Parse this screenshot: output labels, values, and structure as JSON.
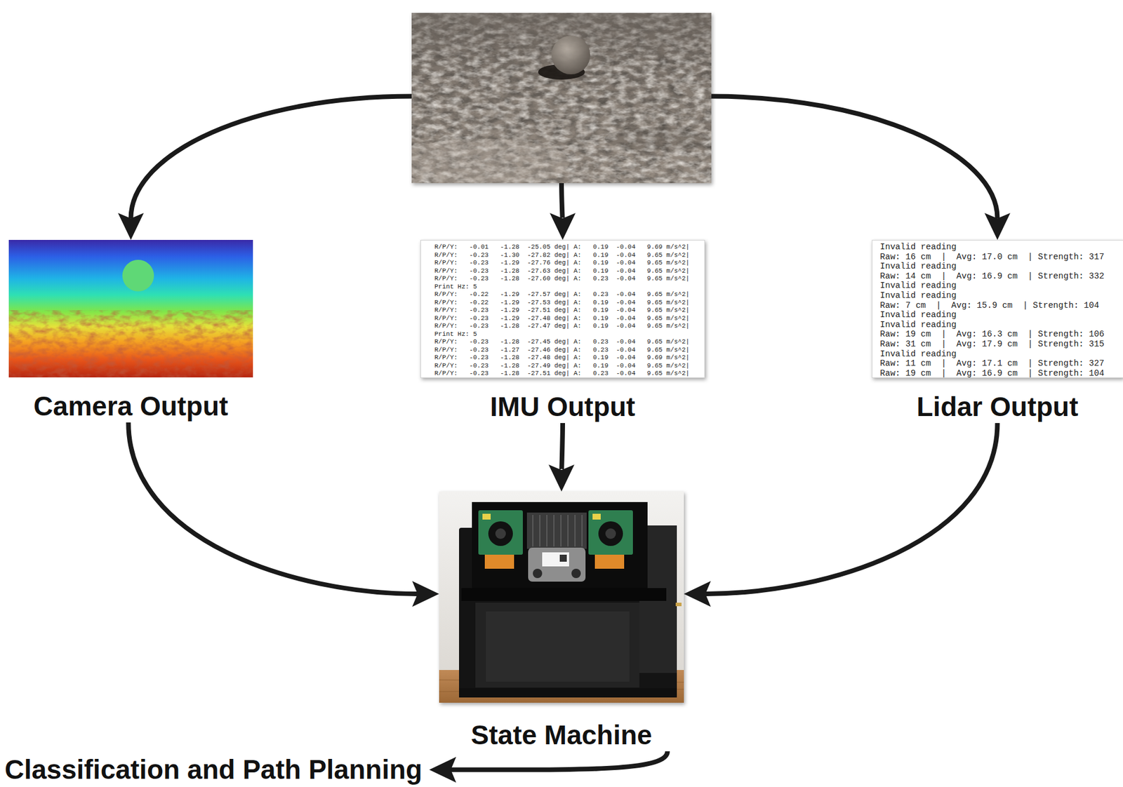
{
  "diagram": {
    "nodes": [
      {
        "text": []
      },
      {
        "text": [
          "Camera Output"
        ]
      },
      {
        "text": [
          "IMU Output"
        ]
      },
      {
        "text": [
          "Lidar Output"
        ]
      },
      {
        "text": [
          "State Machine"
        ]
      },
      {
        "text": [
          "Classification and Path Planning"
        ]
      }
    ],
    "edges": [
      {
        "from": 0,
        "to": 1,
        "arrow": "to"
      },
      {
        "from": 0,
        "to": 2,
        "arrow": "to"
      },
      {
        "from": 0,
        "to": 3,
        "arrow": "to"
      },
      {
        "from": 1,
        "to": 4,
        "arrow": "to"
      },
      {
        "from": 2,
        "to": 4,
        "arrow": "to"
      },
      {
        "from": 3,
        "to": 4,
        "arrow": "to"
      },
      {
        "from": 4,
        "to": 5,
        "arrow": "to"
      }
    ],
    "labels": [
      "R/P/Y:   -0.01   -1.28  -25.05 deg| A:   0.19  -0.04   9.69 m/s^2|",
      "R/P/Y:   -0.23   -1.30  -27.82 deg| A:   0.19  -0.04   9.65 m/s^2|",
      "R/P/Y:   -0.23   -1.29  -27.76 deg| A:   0.19  -0.04   9.65 m/s^2|",
      "R/P/Y:   -0.23   -1.28  -27.63 deg| A:   0.19  -0.04   9.65 m/s^2|",
      "R/P/Y:   -0.23   -1.28  -27.60 deg| A:   0.23  -0.04   9.65 m/s^2|",
      "Print Hz: 5",
      "R/P/Y:   -0.22   -1.29  -27.57 deg| A:   0.23  -0.04   9.65 m/s^2|",
      "R/P/Y:   -0.22   -1.29  -27.53 deg| A:   0.19  -0.04   9.65 m/s^2|",
      "R/P/Y:   -0.23   -1.29  -27.51 deg| A:   0.19  -0.04   9.65 m/s^2|",
      "R/P/Y:   -0.23   -1.29  -27.48 deg| A:   0.19  -0.04   9.65 m/s^2|",
      "R/P/Y:   -0.23   -1.28  -27.47 deg| A:   0.19  -0.04   9.65 m/s^2|",
      "Print Hz: 5",
      "R/P/Y:   -0.23   -1.28  -27.45 deg| A:   0.23  -0.04   9.65 m/s^2|",
      "R/P/Y:   -0.23   -1.27  -27.46 deg| A:   0.23  -0.04   9.65 m/s^2|",
      "R/P/Y:   -0.23   -1.28  -27.48 deg| A:   0.19  -0.04   9.69 m/s^2|",
      "R/P/Y:   -0.23   -1.28  -27.49 deg| A:   0.19  -0.04   9.65 m/s^2|",
      "R/P/Y:   -0.23   -1.28  -27.51 deg| A:   0.23  -0.04   9.65 m/s^2|",
      "Invalid reading",
      "Raw: 16 cm  |  Avg: 17.0 cm  | Strength: 317",
      "Invalid reading",
      "Raw: 14 cm  |  Avg: 16.9 cm  | Strength: 332",
      "Invalid reading",
      "Invalid reading",
      "Raw: 7 cm  |  Avg: 15.9 cm  | Strength: 104",
      "Invalid reading",
      "Invalid reading",
      "Raw: 19 cm  |  Avg: 16.3 cm  | Strength: 106",
      "Raw: 31 cm  |  Avg: 17.9 cm  | Strength: 315",
      "Invalid reading",
      "Raw: 11 cm  |  Avg: 17.1 cm  | Strength: 327",
      "Raw: 19 cm  |  Avg: 16.9 cm  | Strength: 104"
    ]
  }
}
